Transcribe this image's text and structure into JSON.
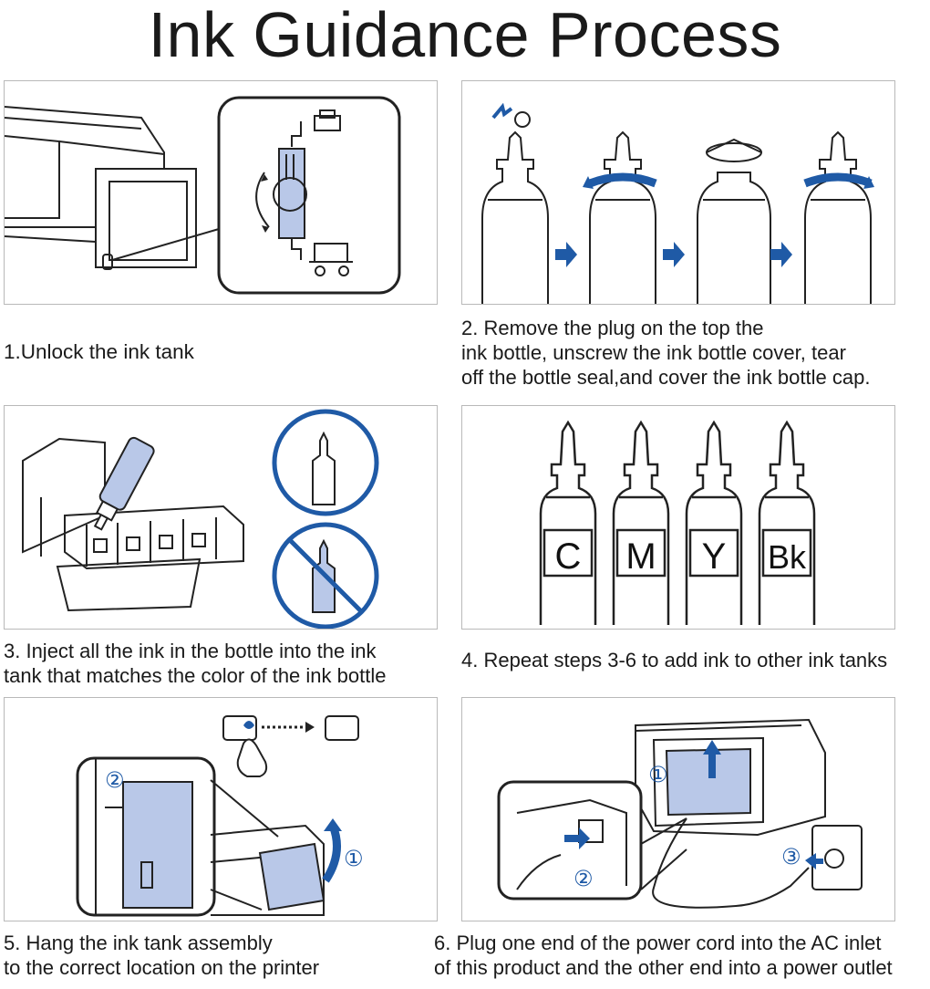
{
  "title": "Ink Guidance Process",
  "colors": {
    "accent": "#1f5aa6",
    "tank_fill": "#b9c8e8",
    "line": "#222222"
  },
  "steps": [
    {
      "lines": [
        "1.Unlock the ink tank"
      ]
    },
    {
      "lines": [
        "2. Remove the plug on the top the",
        "ink bottle, unscrew the ink bottle cover, tear",
        "off the bottle seal,and cover the ink bottle cap."
      ]
    },
    {
      "lines": [
        "3. Inject all the ink in the bottle into the ink",
        "tank that matches the color of the ink bottle"
      ]
    },
    {
      "lines": [
        "4. Repeat steps 3-6 to add ink to other ink tanks"
      ]
    },
    {
      "lines": [
        "5. Hang the ink tank assembly",
        "to the correct location on the printer"
      ]
    },
    {
      "lines": [
        "6. Plug one end of the power cord into the AC inlet",
        "of this product and the other end into a power outlet"
      ]
    }
  ],
  "bottle_labels": [
    "C",
    "M",
    "Y",
    "Bk"
  ],
  "callouts": [
    "①",
    "②",
    "③"
  ]
}
